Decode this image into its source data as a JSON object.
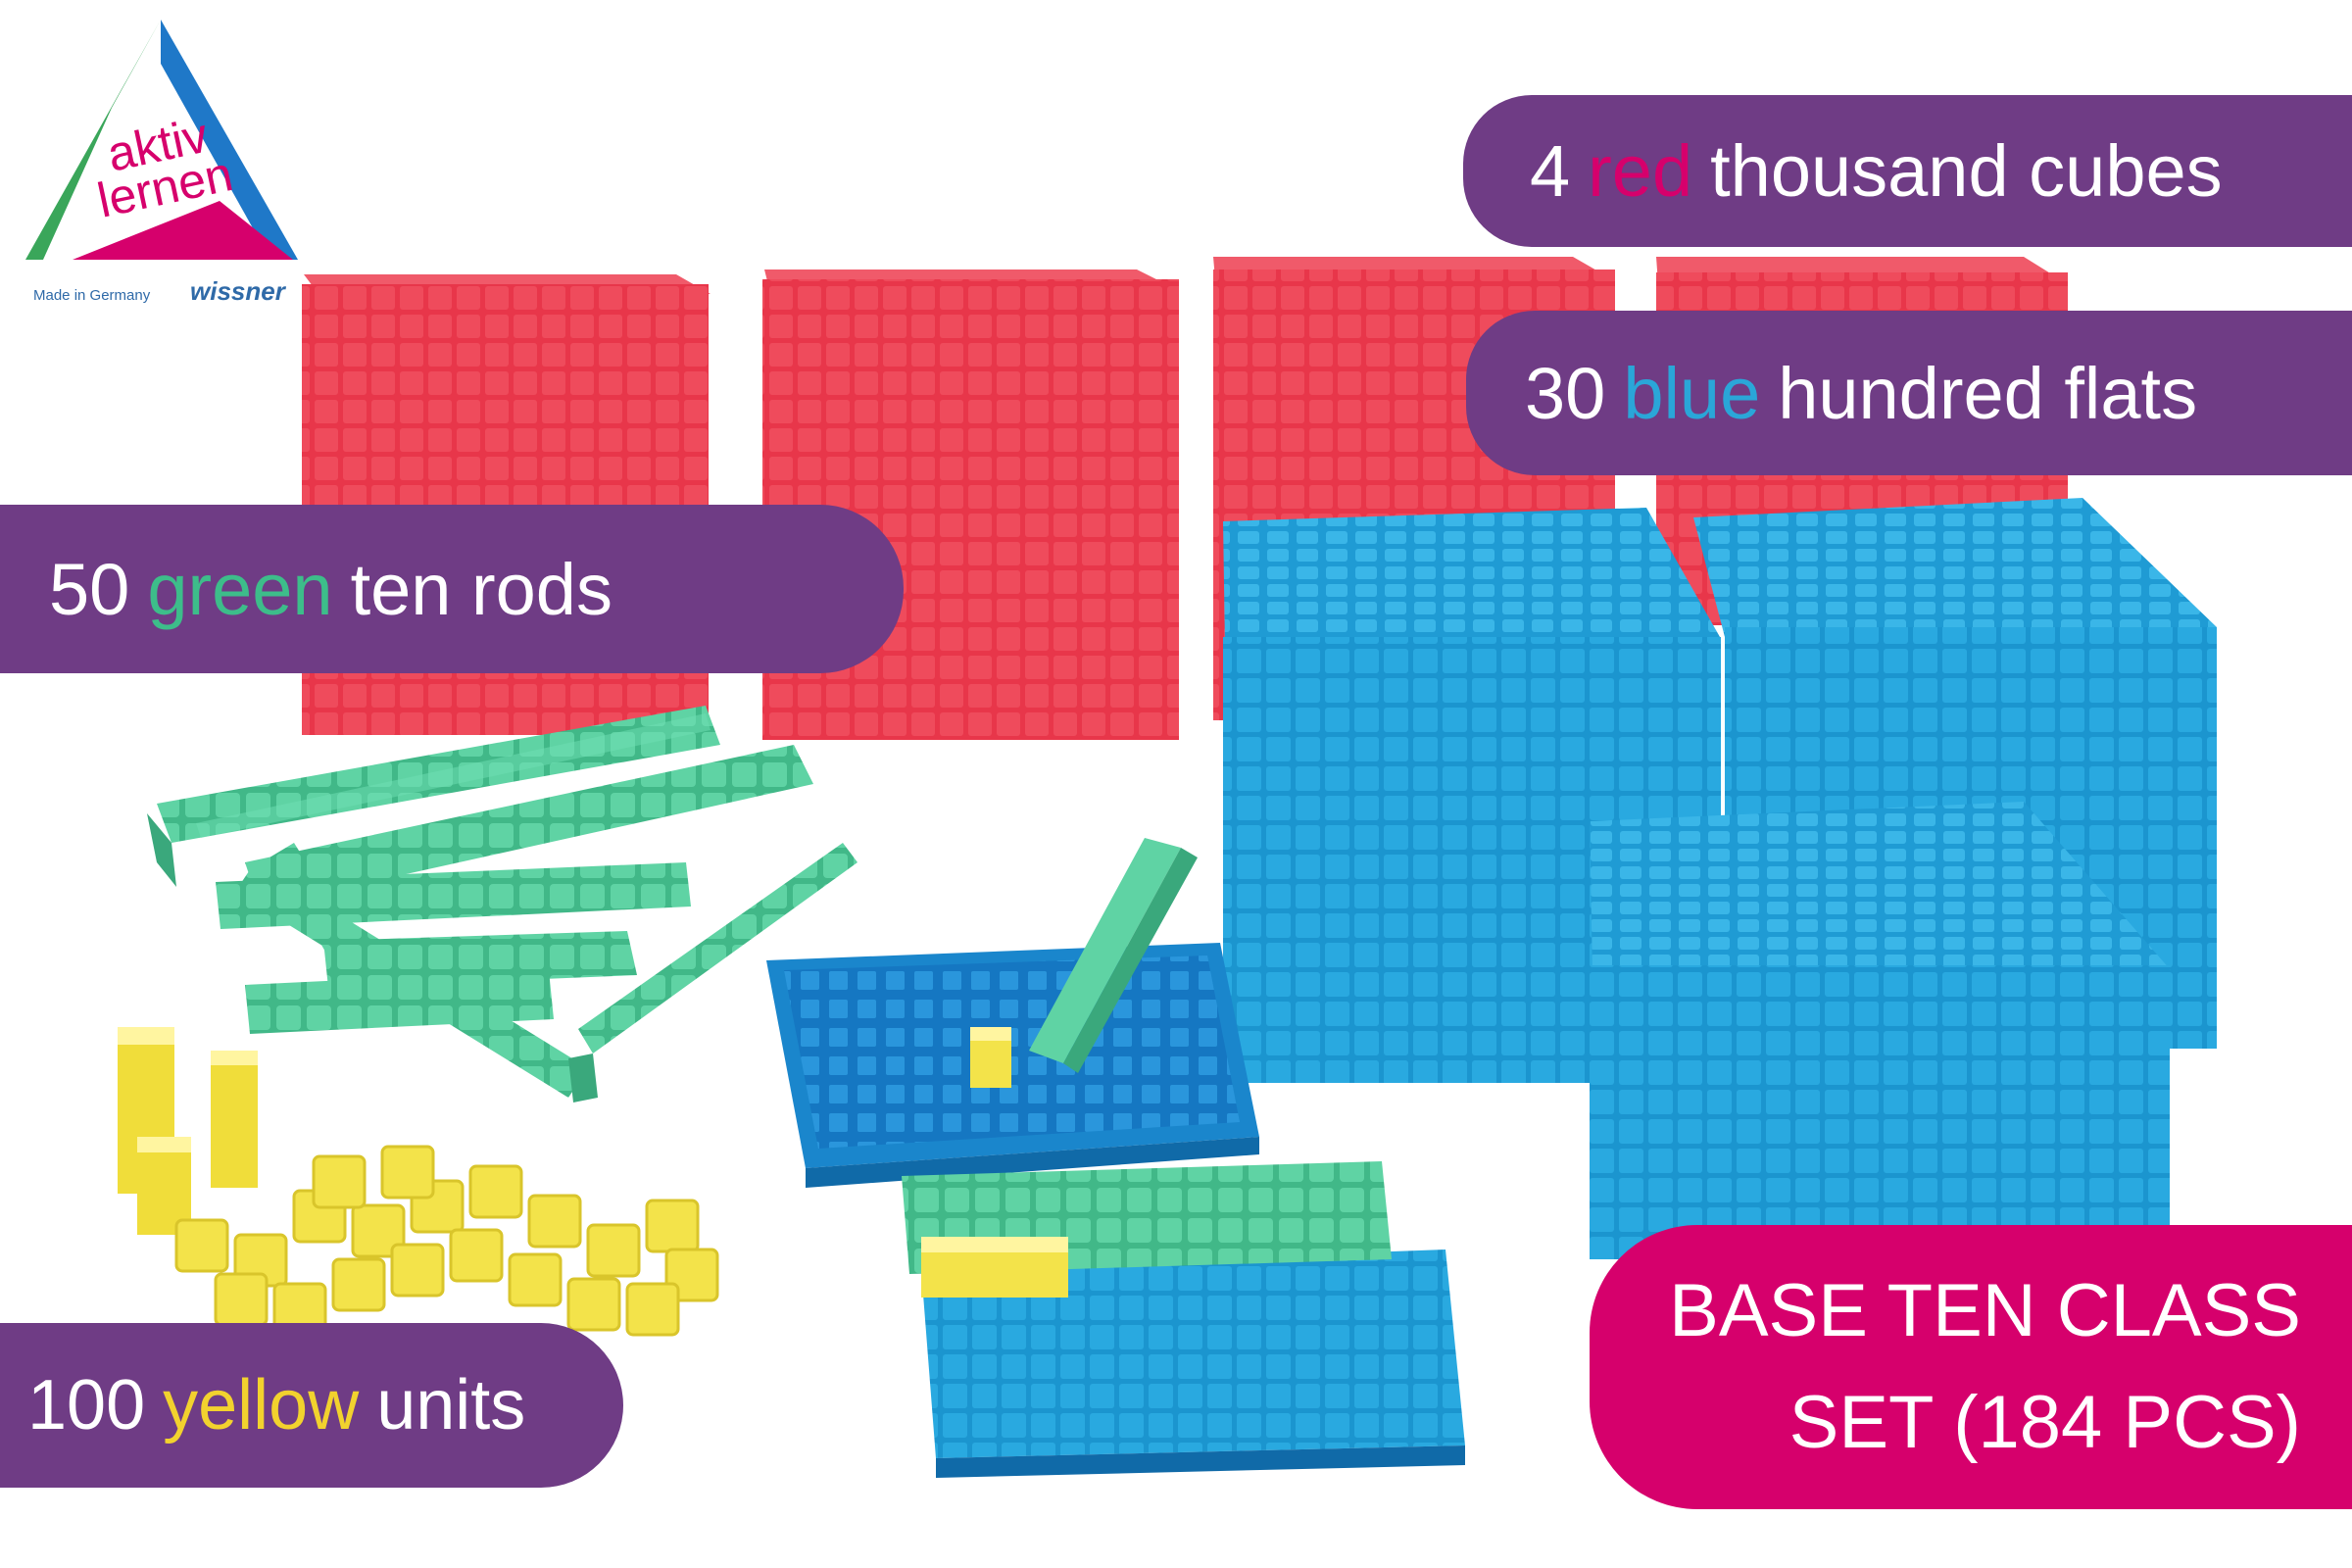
{
  "logo": {
    "word1": "aktiv",
    "word2": "lernen",
    "caption": "Made in Germany",
    "brand": "wissner"
  },
  "banners": {
    "cubes": {
      "count": "4",
      "color_word": "red",
      "rest": "thousand cubes",
      "highlight": "#d6006c"
    },
    "flats": {
      "count": "30",
      "color_word": "blue",
      "rest": "hundred flats",
      "highlight": "#2aa6d8"
    },
    "rods": {
      "count": "50",
      "color_word": "green",
      "rest": "ten rods",
      "highlight": "#3dbd8a"
    },
    "units": {
      "count": "100",
      "color_word": "yellow",
      "rest": "units",
      "highlight": "#f2d22e"
    },
    "title": {
      "line1": "BASE TEN CLASS",
      "line2": "SET (184 PCS)"
    }
  },
  "colors": {
    "banner_purple": "#6f3c85",
    "banner_magenta": "#d6006c",
    "cube_red": "#e8364a",
    "block_blue": "#1e9fd8",
    "rod_green": "#52c99a",
    "unit_yellow": "#f3e34a"
  }
}
